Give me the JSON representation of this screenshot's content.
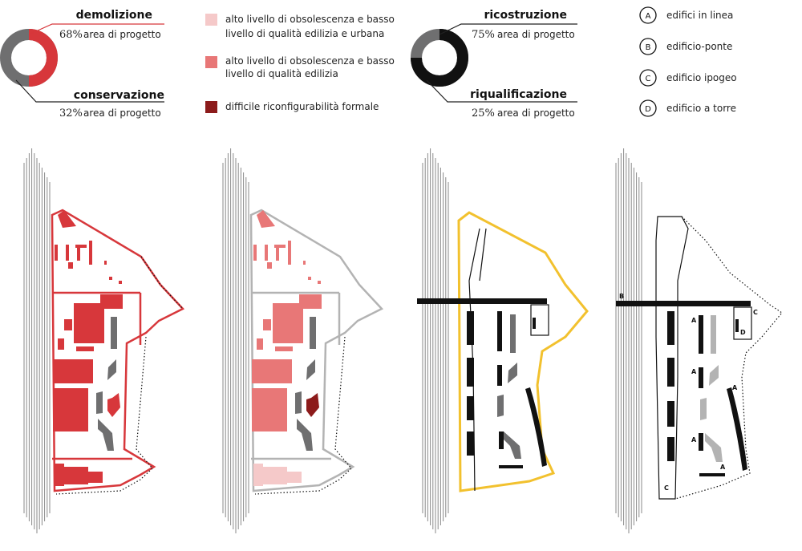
{
  "colors": {
    "demolition_red": "#d7373b",
    "grey": "#6f6f70",
    "light_pink": "#f5c9c9",
    "mid_pink": "#e87777",
    "dark_red": "#8c1b1b",
    "yellow": "#f2c12e",
    "black": "#111111",
    "light_grey": "#b3b3b3"
  },
  "panel1": {
    "demolizione": {
      "label": "demolizione",
      "pct": "68%",
      "text": "area di progetto"
    },
    "conservazione": {
      "label": "conservazione",
      "pct": "32%",
      "text": "area di progetto"
    }
  },
  "legend": {
    "items": [
      {
        "text_l1": "alto livello di obsolescenza e basso",
        "text_l2": "livello di qualità edilizia e urbana",
        "color": "#f5c9c9"
      },
      {
        "text_l1": "alto livello di obsolescenza e basso",
        "text_l2": "livello di qualità edilizia",
        "color": "#e87777"
      },
      {
        "text_l1": "difficile riconfigurabilità formale",
        "text_l2": "",
        "color": "#8c1b1b"
      }
    ]
  },
  "panel3": {
    "ricostruzione": {
      "label": "ricostruzione",
      "pct": "75%",
      "text": "area di progetto"
    },
    "riqualificazione": {
      "label": "riqualificazione",
      "pct": "25%",
      "text": "area di progetto"
    }
  },
  "building_legend": {
    "items": [
      {
        "letter": "A",
        "text": "edifici in linea"
      },
      {
        "letter": "B",
        "text": "edificio-ponte"
      },
      {
        "letter": "C",
        "text": "edificio ipogeo"
      },
      {
        "letter": "D",
        "text": "edificio a torre"
      }
    ]
  },
  "plan_labels": {
    "a": "A",
    "b": "B",
    "c": "C",
    "d": "D"
  }
}
